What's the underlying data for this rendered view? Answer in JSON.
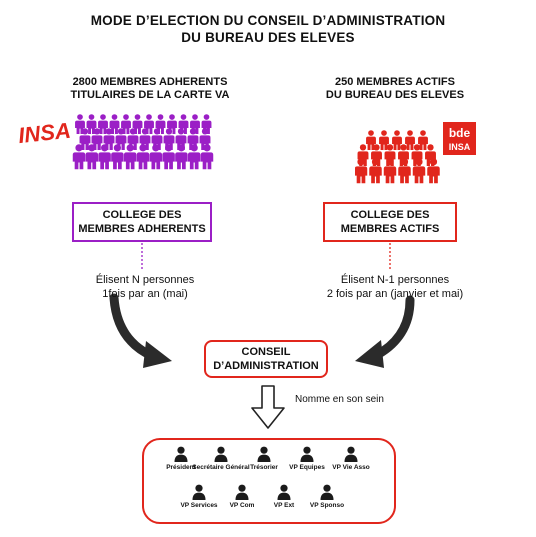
{
  "title": {
    "line1": "MODE D’ELECTION DU CONSEIL D’ADMINISTRATION",
    "line2": "DU BUREAU DES ELEVES"
  },
  "left": {
    "header_line1": "2800 MEMBRES ADHERENTS",
    "header_line2": "TITULAIRES DE LA CARTE VA",
    "logo": "INSA",
    "college_line1": "COLLEGE DES",
    "college_line2": "MEMBRES ADHERENTS",
    "elect_line1": "Élisent N personnes",
    "elect_line2": "1fois par an (mai)",
    "color": "#9b1fc6"
  },
  "right": {
    "header_line1": "250 MEMBRES ACTIFS",
    "header_line2": "DU BUREAU DES ELEVES",
    "logo_top": "bde",
    "logo_bottom": "INSA",
    "college_line1": "COLLEGE DES",
    "college_line2": "MEMBRES ACTIFS",
    "elect_line1": "Élisent N-1 personnes",
    "elect_line2": "2 fois par an (janvier et mai)",
    "color": "#e1261c"
  },
  "council": {
    "line1": "CONSEIL",
    "line2": "D’ADMINISTRATION"
  },
  "nomination": "Nomme en son sein",
  "roles": [
    {
      "label": "Président"
    },
    {
      "label": "Secrétaire Général"
    },
    {
      "label": "Trésorier"
    },
    {
      "label": "VP Equipes"
    },
    {
      "label": "VP Vie Asso"
    },
    {
      "label": "VP Services"
    },
    {
      "label": "VP Com"
    },
    {
      "label": "VP Ext"
    },
    {
      "label": "VP Sponso"
    }
  ],
  "icons": {
    "crowd": "people-group-icon",
    "member": "person-icon",
    "arrow": "curved-arrow-icon",
    "down_arrow": "hollow-down-arrow-icon"
  },
  "colors": {
    "purple": "#9b1fc6",
    "red": "#e1261c",
    "dark_arrow": "#2b2b2b"
  }
}
